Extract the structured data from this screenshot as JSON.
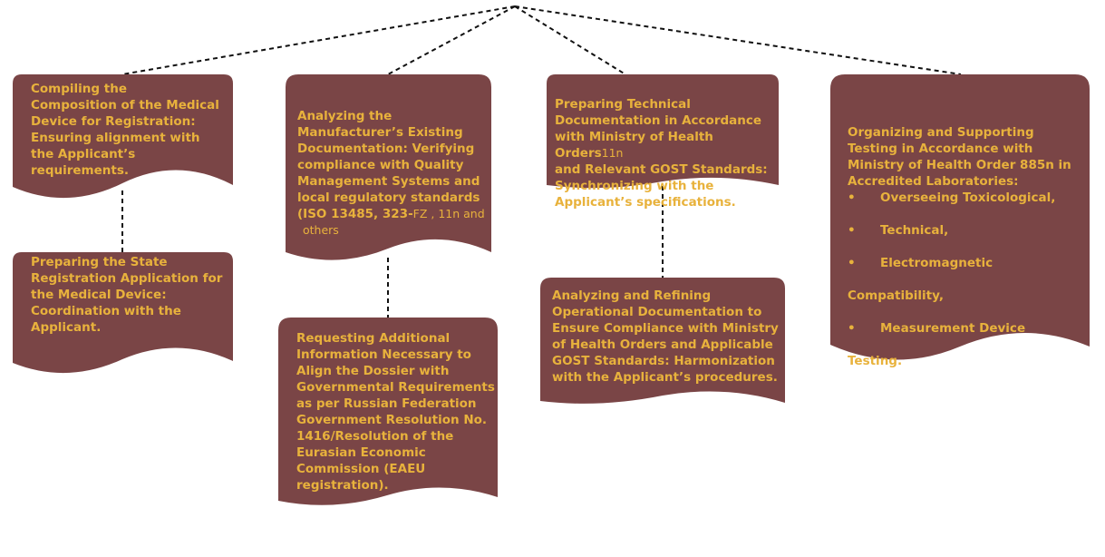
{
  "colors": {
    "card_fill": "#7a4546",
    "card_text": "#e8b23c",
    "connector": "#111111"
  },
  "cards": {
    "c1": {
      "text": "Compiling the\nComposition of the Medical\nDevice for Registration:\nEnsuring alignment with\nthe Applicant’s\nrequirements."
    },
    "c2": {
      "text": "Preparing the State\nRegistration Application for\nthe Medical Device:\nCoordination with the\nApplicant."
    },
    "c3": {
      "text": "Analyzing the\nManufacturer’s Existing\nDocumentation: Verifying\ncompliance with Quality\nManagement Systems and\nlocal regulatory standards\n(ISO 13485, 323-",
      "suffix1": "FZ , 11n and",
      "suffix2": "others"
    },
    "c4": {
      "text": "Requesting Additional\nInformation Necessary to\nAlign the Dossier with\nGovernmental Requirements\nas per Russian Federation\nGovernment Resolution No.\n1416/Resolution of the\nEurasian Economic\nCommission (EAEU\nregistration)."
    },
    "c5": {
      "line1": "Preparing Technical",
      "line2": "Documentation in Accordance",
      "line3": "with Ministry of Health Orders",
      "line3_suffix": "11n",
      "rest": "and Relevant GOST Standards:\nSynchronizing with the\nApplicant’s specifications."
    },
    "c6": {
      "text": "Analyzing and Refining\nOperational Documentation to\nEnsure Compliance with Ministry\nof Health Orders and Applicable\nGOST Standards: Harmonization\nwith the Applicant’s procedures."
    },
    "c7": {
      "intro": "Organizing and Supporting\nTesting in Accordance with\nMinistry of Health Order 885n in\nAccredited Laboratories:",
      "bullet_char": "•",
      "bullets": [
        "Overseeing Toxicological,",
        "Technical,",
        "Electromagnetic",
        "Measurement Device"
      ],
      "cont1": "Compatibility,",
      "cont2": "Testing."
    }
  }
}
